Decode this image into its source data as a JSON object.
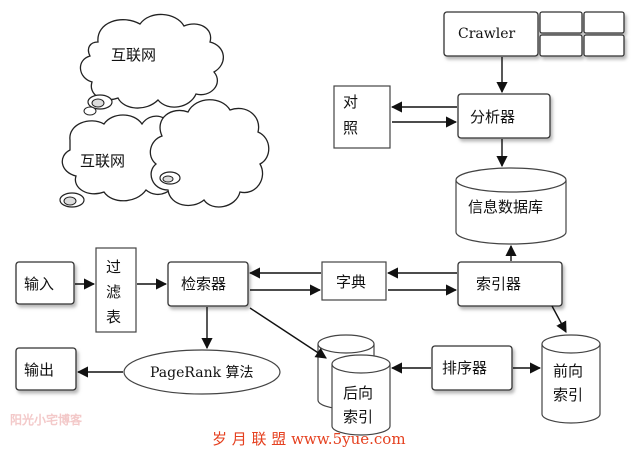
{
  "nodes": {
    "internet_top": "互联网",
    "internet_bottom": "互联网",
    "crawler": "Crawler",
    "analyzer": "分析器",
    "compare_top": "对",
    "compare_bottom": "照",
    "info_db": "信息数据库",
    "input": "输入",
    "filter_top": "过",
    "filter_mid": "滤",
    "filter_bottom": "表",
    "searcher": "检索器",
    "dictionary": "字典",
    "indexer": "索引器",
    "output": "输出",
    "pagerank": "PageRank 算法",
    "sorter": "排序器",
    "forward_index_top": "前向",
    "forward_index_bottom": "索引",
    "backward_index_top": "后向",
    "backward_index_bottom": "索引"
  },
  "watermarks": {
    "left": "阳光小宅博客",
    "right": "岁 月 联 盟  www.5yue.com"
  }
}
